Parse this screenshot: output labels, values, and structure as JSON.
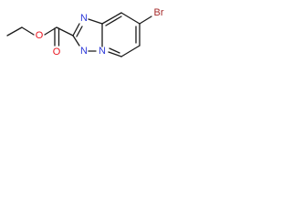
{
  "molecule": {
    "atoms": {
      "carbonyl_o": {
        "symbol": "O",
        "color": "#e8141e"
      },
      "ester_o": {
        "symbol": "O",
        "color": "#e8141e"
      },
      "n_top": {
        "symbol": "N",
        "color": "#2f3bd9"
      },
      "n_bottom_1": {
        "symbol": "N",
        "color": "#2f3bd9"
      },
      "n_bottom_2": {
        "symbol": "N",
        "color": "#2f3bd9"
      },
      "br": {
        "symbol": "Br",
        "color": "#a52a2a"
      }
    },
    "bond_color": "#1a1a1a"
  }
}
